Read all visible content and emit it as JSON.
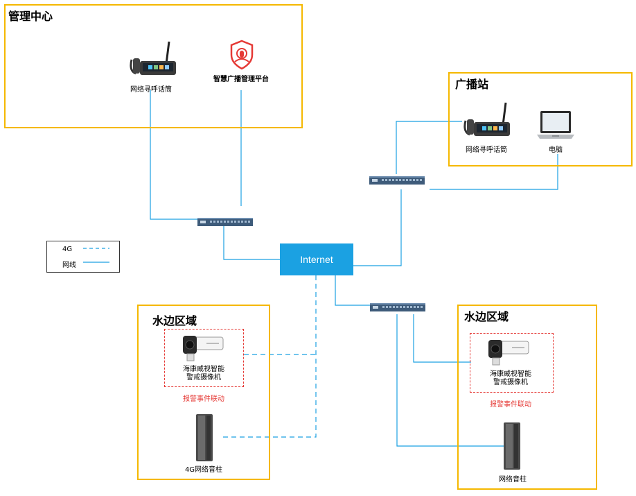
{
  "zones": {
    "mgmt": {
      "title": "管理中心"
    },
    "broadcast": {
      "title": "广播站"
    },
    "water_left": {
      "title": "水边区域"
    },
    "water_right": {
      "title": "水边区域"
    }
  },
  "devices": {
    "mgmt_phone": "网络寻呼话筒",
    "mgmt_platform": "智慧广播管理平台",
    "bc_phone": "网络寻呼话筒",
    "bc_pc": "电脑",
    "left_camera_l1": "海康威视智能",
    "left_camera_l2": "警戒摄像机",
    "left_alarm": "报警事件联动",
    "left_speaker": "4G网络音柱",
    "right_camera_l1": "海康威视智能",
    "right_camera_l2": "警戒摄像机",
    "right_alarm": "报警事件联动",
    "right_speaker": "网络音柱"
  },
  "internet": {
    "label": "Internet"
  },
  "legend": {
    "items": [
      {
        "label": "4G",
        "style": "dashed"
      },
      {
        "label": "网线",
        "style": "solid"
      }
    ]
  },
  "colors": {
    "zone_border": "#f5b800",
    "wire": "#1ba1e2",
    "internet_fill": "#1ba1e2",
    "alarm": "#e53935"
  }
}
